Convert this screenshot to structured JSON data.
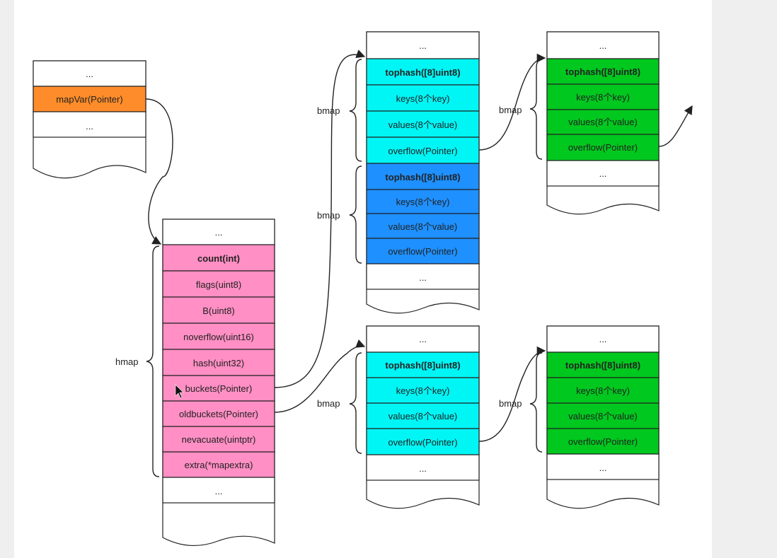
{
  "blocks": {
    "mapvar": {
      "rows": [
        "...",
        "mapVar(Pointer)",
        "..."
      ]
    },
    "hmap": {
      "label": "hmap",
      "rows": [
        "...",
        "count(int)",
        "flags(uint8)",
        "B(uint8)",
        "noverflow(uint16)",
        "hash(uint32)",
        "buckets(Pointer)",
        "oldbuckets(Pointer)",
        "nevacuate(uintptr)",
        "extra(*mapextra)",
        "..."
      ]
    },
    "buckets_top": {
      "rows": [
        "...",
        "tophash([8]uint8)",
        "keys(8个key)",
        "values(8个value)",
        "overflow(Pointer)",
        "tophash([8]uint8)",
        "keys(8个key)",
        "values(8个value)",
        "overflow(Pointer)",
        "..."
      ],
      "bmap_labels": [
        "bmap",
        "bmap"
      ]
    },
    "overflow_top": {
      "label": "bmap",
      "rows": [
        "...",
        "tophash([8]uint8)",
        "keys(8个key)",
        "values(8个value)",
        "overflow(Pointer)",
        "..."
      ]
    },
    "oldbuckets": {
      "label": "bmap",
      "rows": [
        "...",
        "tophash([8]uint8)",
        "keys(8个key)",
        "values(8个value)",
        "overflow(Pointer)",
        "..."
      ]
    },
    "overflow_bottom": {
      "label": "bmap",
      "rows": [
        "...",
        "tophash([8]uint8)",
        "keys(8个key)",
        "values(8个value)",
        "overflow(Pointer)",
        "..."
      ]
    }
  },
  "colors": {
    "mapvar_fill": "#ff8c2a",
    "hmap_fill": "#ff8fc4",
    "cyan_fill": "#00f5f5",
    "blue_fill": "#1e90ff",
    "green_fill": "#00c81e",
    "white_fill": "#ffffff",
    "stroke": "#222222"
  }
}
